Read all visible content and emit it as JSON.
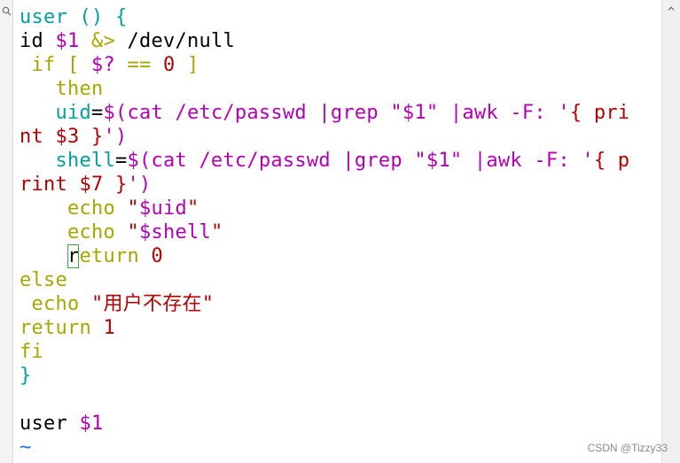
{
  "colors": {
    "keyword": "#a7a700",
    "variable": "#b400b4",
    "string": "#b40000",
    "function": "#00a0a0",
    "cursor_outline": "#39a83a",
    "tilde": "#1f6fe5"
  },
  "editor": {
    "lines": [
      {
        "segments": [
          {
            "t": "user () {",
            "c": "cyan"
          }
        ]
      },
      {
        "segments": [
          {
            "t": "id ",
            "c": "plain"
          },
          {
            "t": "$1",
            "c": "var"
          },
          {
            "t": " &> ",
            "c": "kw"
          },
          {
            "t": "/dev/null",
            "c": "plain"
          }
        ]
      },
      {
        "segments": [
          {
            "t": " if [ ",
            "c": "kw"
          },
          {
            "t": "$?",
            "c": "var"
          },
          {
            "t": " == ",
            "c": "kw"
          },
          {
            "t": "0",
            "c": "str"
          },
          {
            "t": " ]",
            "c": "kw"
          }
        ]
      },
      {
        "segments": [
          {
            "t": "   then",
            "c": "kw"
          }
        ]
      },
      {
        "segments": [
          {
            "t": "   uid",
            "c": "cyan"
          },
          {
            "t": "=",
            "c": "plain"
          },
          {
            "t": "$(cat /etc/passwd |grep ",
            "c": "var"
          },
          {
            "t": "\"",
            "c": "var"
          },
          {
            "t": "$1",
            "c": "var"
          },
          {
            "t": "\"",
            "c": "var"
          },
          {
            "t": " |awk -F: ",
            "c": "var"
          },
          {
            "t": "'",
            "c": "var"
          },
          {
            "t": "{ pri",
            "c": "str"
          }
        ]
      },
      {
        "segments": [
          {
            "t": "nt $3 }",
            "c": "str"
          },
          {
            "t": "')",
            "c": "var"
          }
        ]
      },
      {
        "segments": [
          {
            "t": "   shell",
            "c": "cyan"
          },
          {
            "t": "=",
            "c": "plain"
          },
          {
            "t": "$(cat /etc/passwd |grep ",
            "c": "var"
          },
          {
            "t": "\"",
            "c": "var"
          },
          {
            "t": "$1",
            "c": "var"
          },
          {
            "t": "\"",
            "c": "var"
          },
          {
            "t": " |awk -F: ",
            "c": "var"
          },
          {
            "t": "'",
            "c": "var"
          },
          {
            "t": "{ p",
            "c": "str"
          }
        ]
      },
      {
        "segments": [
          {
            "t": "rint $7 }",
            "c": "str"
          },
          {
            "t": "')",
            "c": "var"
          }
        ]
      },
      {
        "segments": [
          {
            "t": "    echo ",
            "c": "kw"
          },
          {
            "t": "\"",
            "c": "str"
          },
          {
            "t": "$uid",
            "c": "var"
          },
          {
            "t": "\"",
            "c": "str"
          }
        ]
      },
      {
        "segments": [
          {
            "t": "    echo ",
            "c": "kw"
          },
          {
            "t": "\"",
            "c": "str"
          },
          {
            "t": "$shell",
            "c": "var"
          },
          {
            "t": "\"",
            "c": "str"
          }
        ]
      },
      {
        "segments": [
          {
            "t": "    ",
            "c": "plain"
          },
          {
            "t": "r",
            "c": "cursor"
          },
          {
            "t": "eturn ",
            "c": "kw"
          },
          {
            "t": "0",
            "c": "str"
          }
        ]
      },
      {
        "segments": [
          {
            "t": "else",
            "c": "kw"
          }
        ]
      },
      {
        "segments": [
          {
            "t": " echo ",
            "c": "kw"
          },
          {
            "t": "\"用户不存在\"",
            "c": "str"
          }
        ]
      },
      {
        "segments": [
          {
            "t": "return ",
            "c": "kw"
          },
          {
            "t": "1",
            "c": "str"
          }
        ]
      },
      {
        "segments": [
          {
            "t": "fi",
            "c": "kw"
          }
        ]
      },
      {
        "segments": [
          {
            "t": "}",
            "c": "cyan"
          }
        ]
      },
      {
        "segments": [
          {
            "t": "",
            "c": "plain"
          }
        ]
      },
      {
        "segments": [
          {
            "t": "user ",
            "c": "plain"
          },
          {
            "t": "$1",
            "c": "var"
          }
        ]
      },
      {
        "segments": [
          {
            "t": "~",
            "c": "tilde"
          }
        ]
      }
    ]
  },
  "gutter": {
    "icon": "search-icon"
  },
  "scrollbar": {
    "icon": "arrow-up-icon"
  },
  "watermark": {
    "text": "CSDN @Tizzy33"
  }
}
